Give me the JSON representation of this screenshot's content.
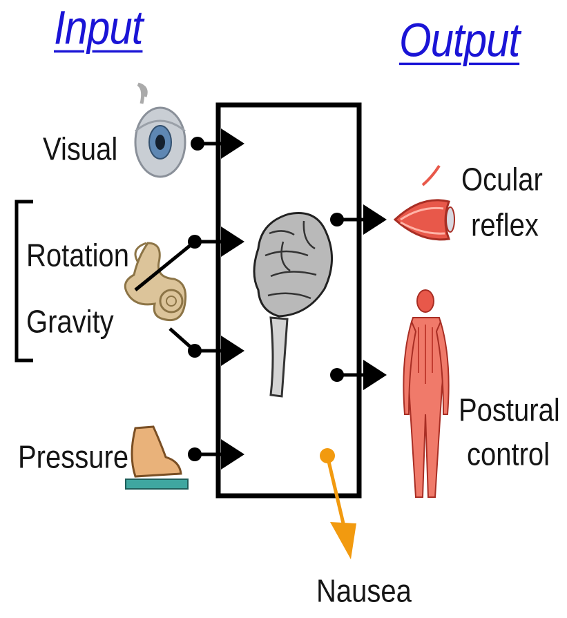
{
  "headings": {
    "input": "Input",
    "output": "Output"
  },
  "inputs": {
    "visual": "Visual",
    "rotation": "Rotation",
    "gravity": "Gravity",
    "pressure": "Pressure"
  },
  "outputs": {
    "ocular_line1": "Ocular",
    "ocular_line2": "reflex",
    "postural_line1": "Postural",
    "postural_line2": "control",
    "nausea": "Nausea"
  },
  "icons": {
    "eye": "eye-icon",
    "inner_ear": "inner-ear-icon",
    "foot": "foot-icon",
    "brain": "brain-icon",
    "eye_muscles": "eye-muscles-icon",
    "body": "muscle-body-icon"
  },
  "colors": {
    "heading": "#1a14d6",
    "box": "#000000",
    "arrow": "#000000",
    "nausea_arrow": "#f29a0f",
    "muscle": "#e8584a",
    "ear": "#dcc49a",
    "foot": "#e9b27a",
    "brain": "#b9b9b9"
  }
}
